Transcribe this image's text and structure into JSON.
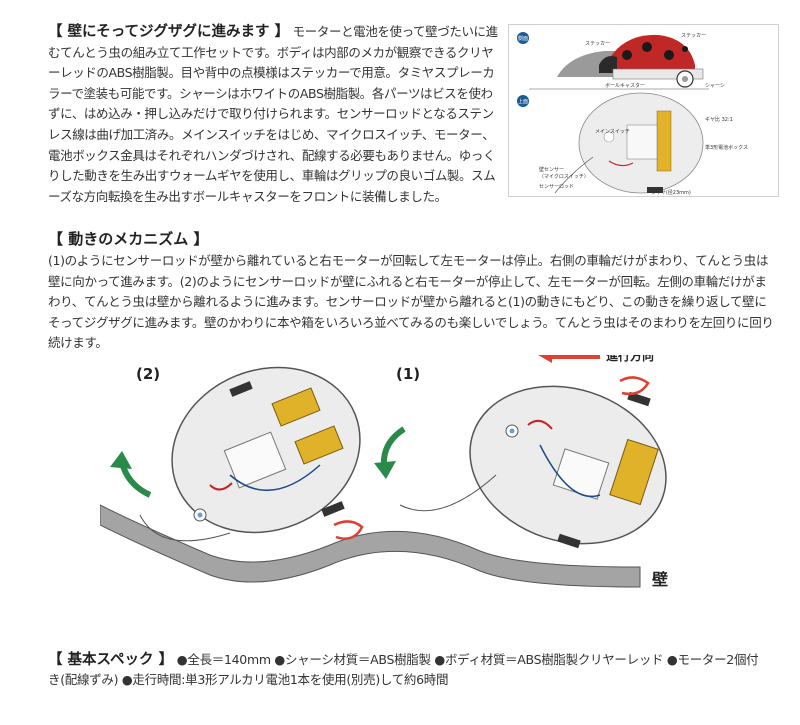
{
  "intro": {
    "heading": "【 壁にそってジグザグに進みます 】",
    "body": "モーターと電池を使って壁づたいに進むてんとう虫の組み立て工作セットです。ボディは内部のメカが観察できるクリヤーレッドのABS樹脂製。目や背中の点模様はステッカーで用意。タミヤスプレーカラーで塗装も可能です。シャーシはホワイトのABS樹脂製。各パーツはビスを使わずに、はめ込み・押し込みだけで取り付けられます。センサーロッドとなるステンレス線は曲げ加工済み。メインスイッチをはじめ、マイクロスイッチ、モーター、電池ボックス金具はそれぞれハンダづけされ、配線する必要もありません。ゆっくりした動きを生み出すウォームギヤを使用し、車輪はグリップの良いゴム製。スムーズな方向転換を生み出すボールキャスターをフロントに装備しました。"
  },
  "figure1": {
    "side_tag": "側面",
    "top_tag": "上面",
    "labels": {
      "sticker_left": "ステッカー",
      "sticker_right": "ステッカー",
      "chassis": "シャーシ",
      "ball_caster": "ボールキャスター",
      "main_switch": "メインスイッチ",
      "gear_ratio": "ギヤ比 32:1",
      "battery_box": "単3形電池ボックス",
      "wall_sensor": "壁センサー",
      "micro_switch": "（マイクロスイッチ）",
      "sensor_rod": "センサーロッド",
      "tire": "タイヤ(径23mm)"
    }
  },
  "mechanism": {
    "heading": "【 動きのメカニズム 】",
    "body": "(1)のようにセンサーロッドが壁から離れていると右モーターが回転して左モーターは停止。右側の車輪だけがまわり、てんとう虫は壁に向かって進みます。(2)のようにセンサーロッドが壁にふれると右モーターが停止して、左モーターが回転。左側の車輪だけがまわり、てんとう虫は壁から離れるように進みます。センサーロッドが壁から離れると(1)の動きにもどり、この動きを繰り返して壁にそってジグザグに進みます。壁のかわりに本や箱をいろいろ並べてみるのも楽しいでしょう。てんとう虫はそのまわりを左回りに回り続けます。",
    "label_2": "(2)",
    "label_1": "(1)",
    "direction": "進行方向",
    "wall": "壁"
  },
  "specs": {
    "heading": "【 基本スペック 】",
    "body": "●全長＝140mm ●シャーシ材質＝ABS樹脂製 ●ボディ材質＝ABS樹脂製クリヤーレッド ●モーター2個付き(配線ずみ) ●走行時間:単3形アルカリ電池1本を使用(別売)して約6時間"
  },
  "colors": {
    "red": "#e03020",
    "green": "#2a8a4a",
    "yellow": "#e8b820",
    "wall_gray": "#999999"
  }
}
